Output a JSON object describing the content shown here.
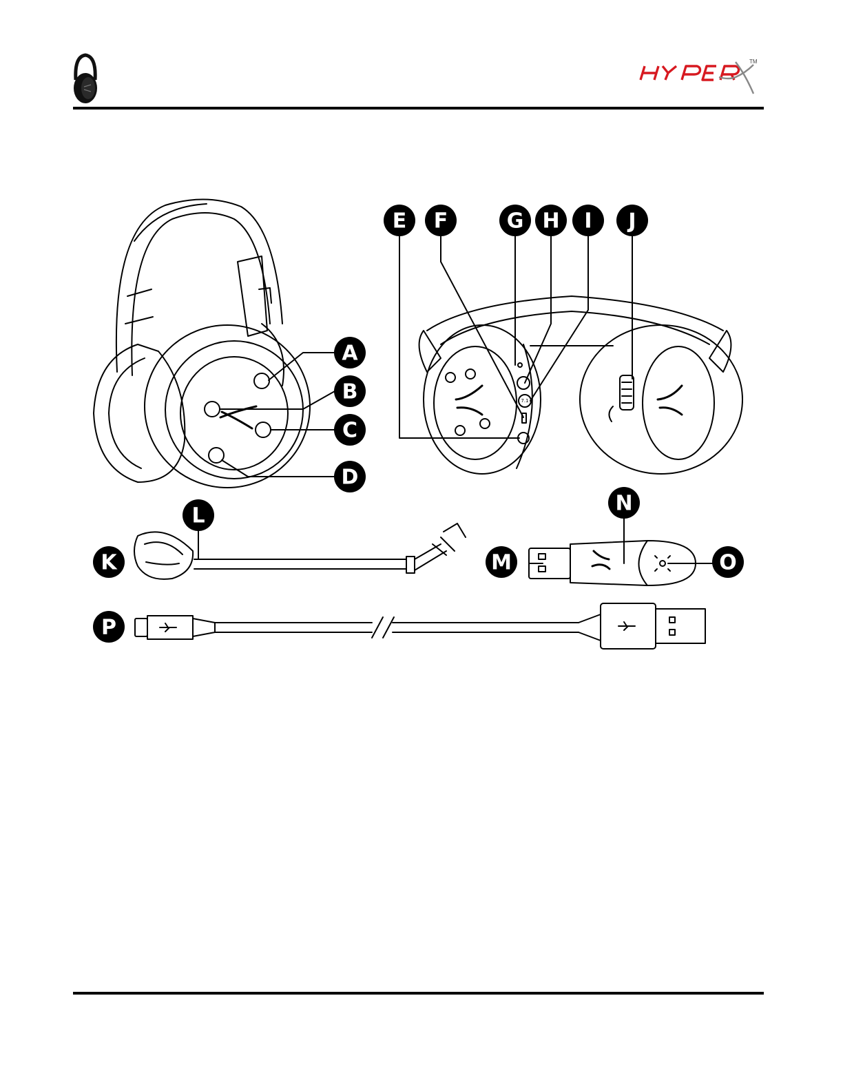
{
  "brand": {
    "name": "HyperX",
    "trademark": "TM",
    "accent_color": "#d71920",
    "ink_color": "#000000"
  },
  "header": {
    "thumbnail": "headset-thumbnail-icon"
  },
  "callouts": [
    "A",
    "B",
    "C",
    "D",
    "E",
    "F",
    "G",
    "H",
    "I",
    "J",
    "K",
    "L",
    "M",
    "N",
    "O",
    "P"
  ],
  "labels": {
    "volume_dial": "7.1"
  }
}
